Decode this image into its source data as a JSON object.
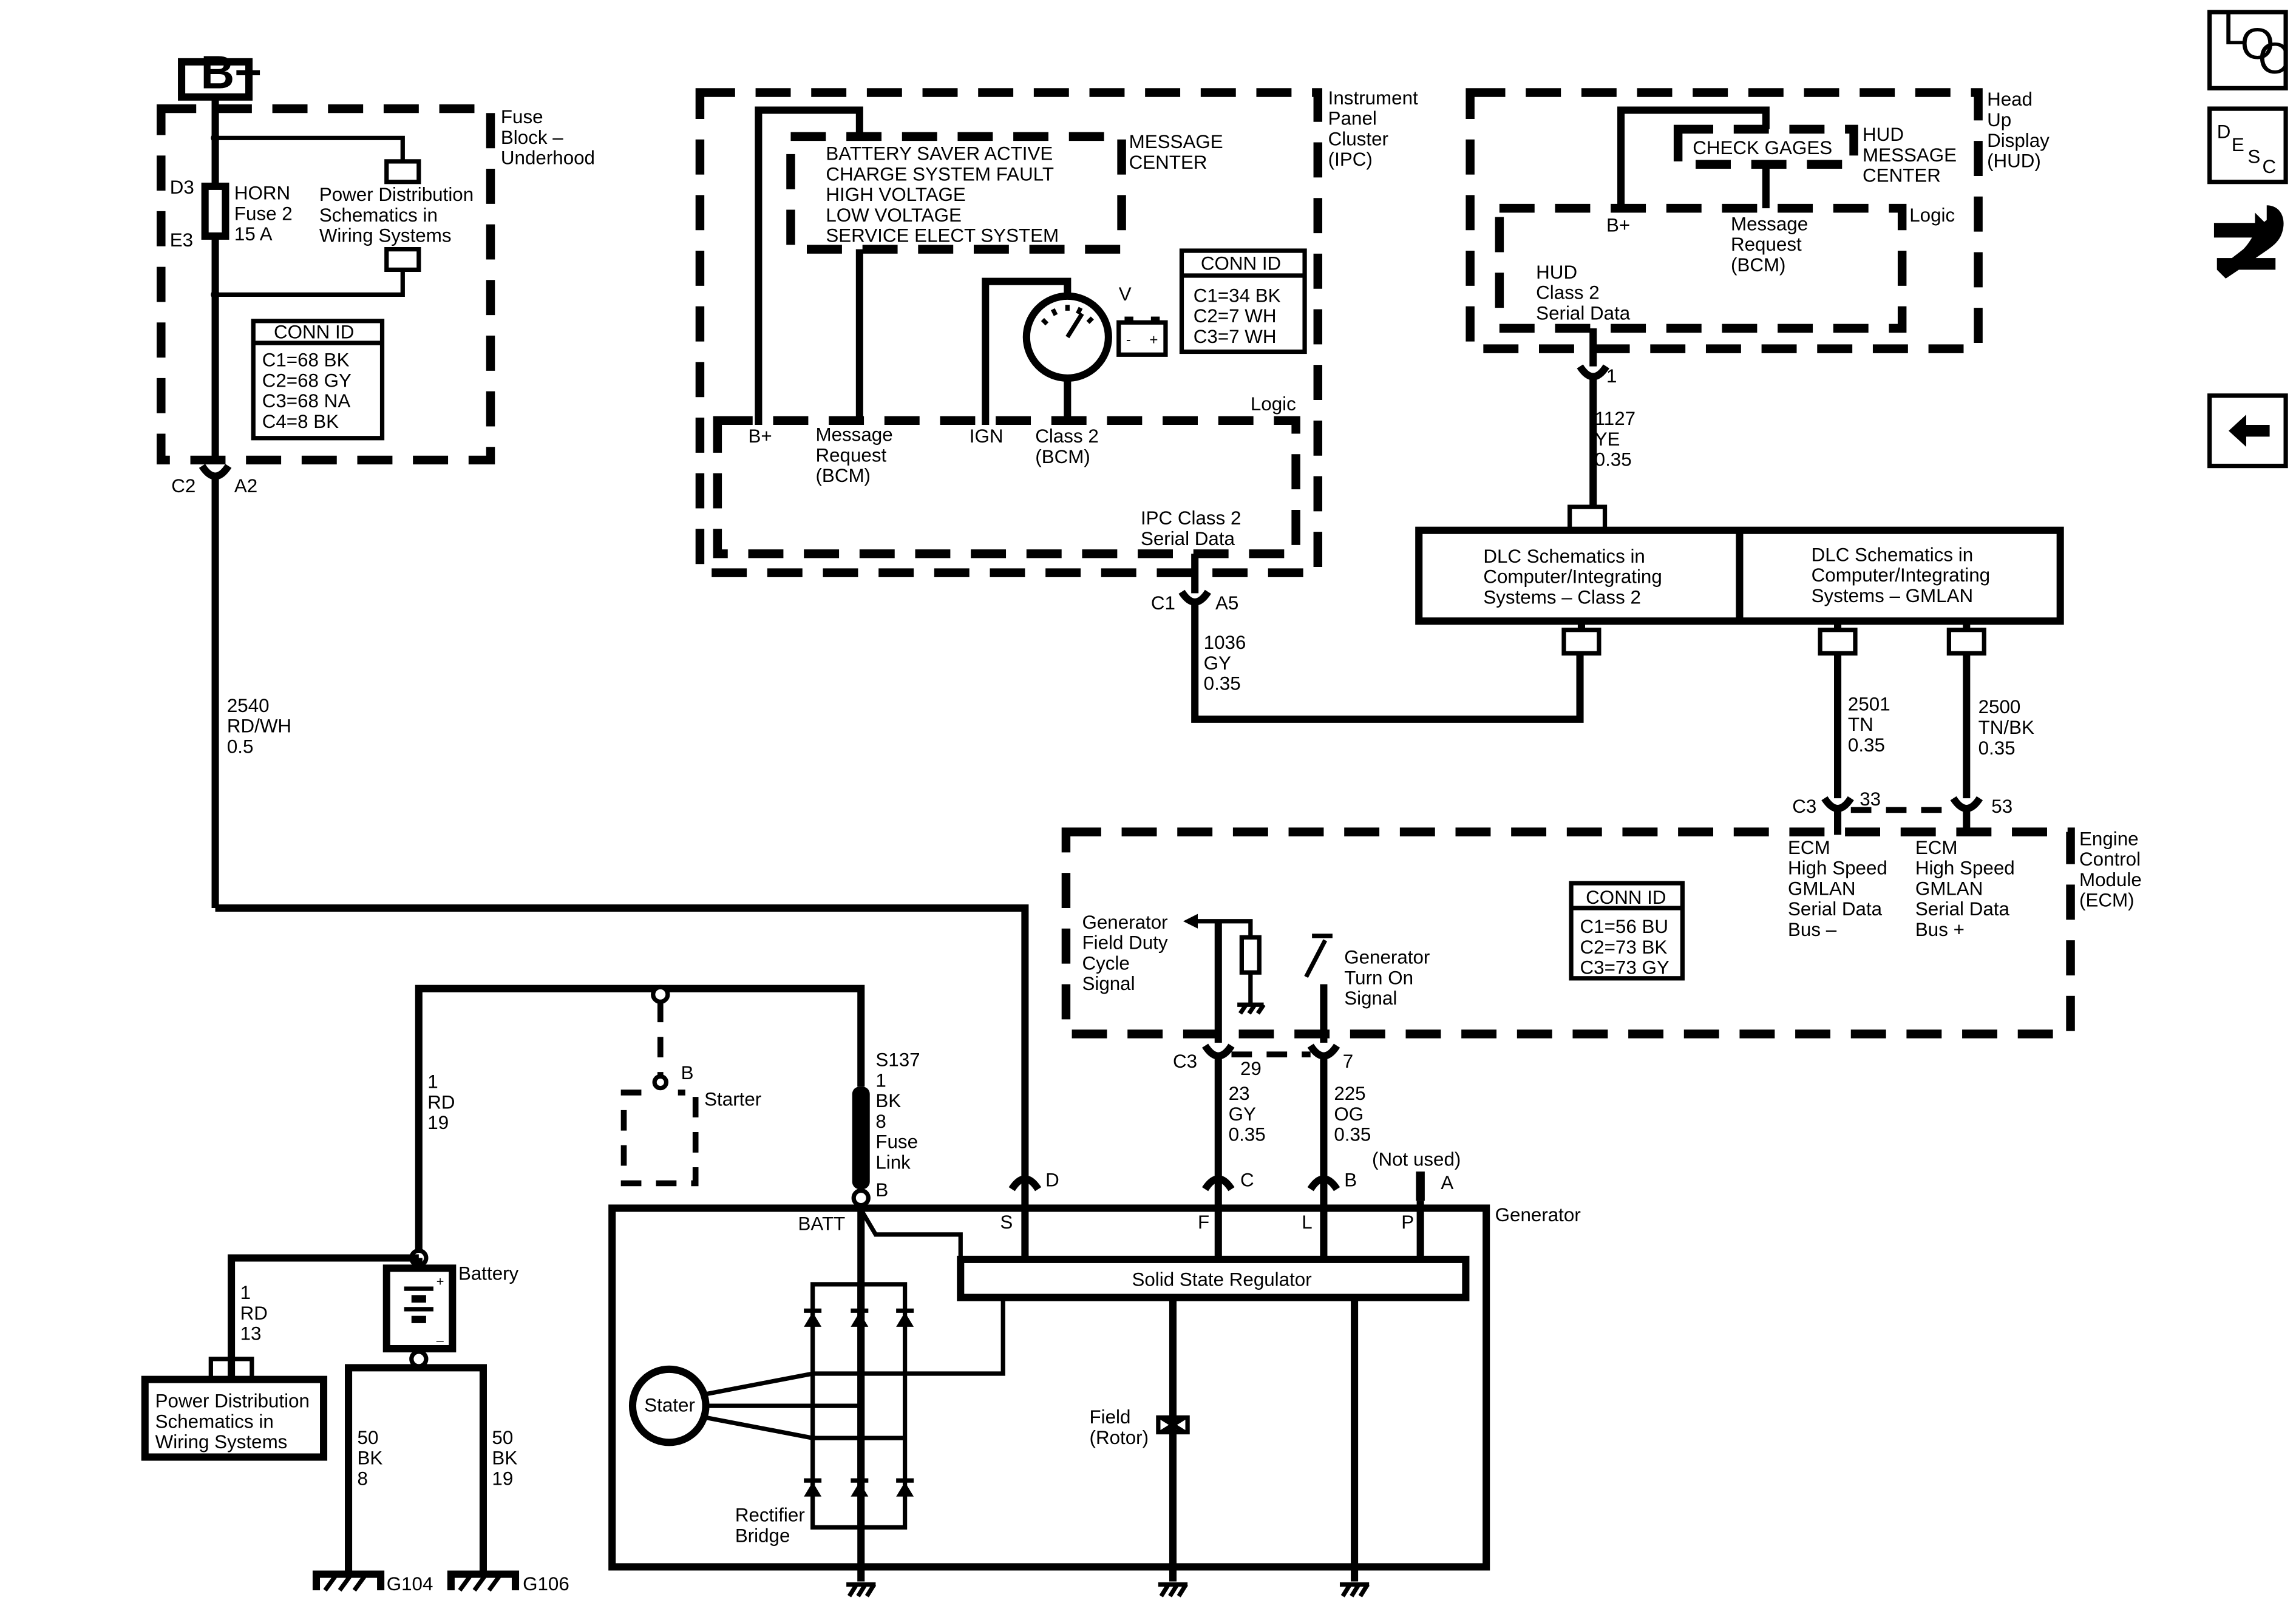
{
  "nav": {
    "loc": [
      "L",
      "O",
      "C"
    ],
    "desc": [
      "D",
      "E",
      "S",
      "C"
    ]
  },
  "fuse_block": {
    "bplus": "B+",
    "title": [
      "Fuse",
      "Block –",
      "Underhood"
    ],
    "pin_top": "D3",
    "pin_bottom": "E3",
    "fuse": [
      "HORN",
      "Fuse 2",
      "15 A"
    ],
    "pds": [
      "Power Distribution",
      "Schematics in",
      "Wiring Systems"
    ],
    "conn_title": "CONN ID",
    "conn": [
      "C1=68 BK",
      "C2=68 GY",
      "C3=68 NA",
      "C4=8 BK"
    ],
    "out_conn": "C2",
    "out_pin": "A2"
  },
  "wire_2540": [
    "2540",
    "RD/WH",
    "0.5"
  ],
  "ipc": {
    "title": [
      "Instrument",
      "Panel",
      "Cluster",
      "(IPC)"
    ],
    "messages": [
      "BATTERY SAVER ACTIVE",
      "CHARGE SYSTEM FAULT",
      "HIGH VOLTAGE",
      "LOW VOLTAGE",
      "SERVICE ELECT SYSTEM"
    ],
    "msg_center": [
      "MESSAGE",
      "CENTER"
    ],
    "volt_label": "V",
    "conn_title": "CONN ID",
    "conn": [
      "C1=34 BK",
      "C2=7 WH",
      "C3=7 WH"
    ],
    "logic": "Logic",
    "bplus": "B+",
    "msg_req": [
      "Message",
      "Request",
      "(BCM)"
    ],
    "ign": "IGN",
    "class2": [
      "Class 2",
      "(BCM)"
    ],
    "serial": [
      "IPC Class 2",
      "Serial Data"
    ],
    "out_conn": "C1",
    "out_pin": "A5"
  },
  "wire_1036": [
    "1036",
    "GY",
    "0.35"
  ],
  "hud": {
    "title": [
      "Head",
      "Up",
      "Display",
      "(HUD)"
    ],
    "check": "CHECK GAGES",
    "msg_center": [
      "HUD",
      "MESSAGE",
      "CENTER"
    ],
    "logic": "Logic",
    "bplus": "B+",
    "msg_req": [
      "Message",
      "Request",
      "(BCM)"
    ],
    "serial": [
      "HUD",
      "Class 2",
      "Serial Data"
    ],
    "pin": "1"
  },
  "wire_1127": [
    "1127",
    "YE",
    "0.35"
  ],
  "dlc": {
    "class2": [
      "DLC Schematics in",
      "Computer/Integrating",
      "Systems – Class 2"
    ],
    "gmlan": [
      "DLC Schematics in",
      "Computer/Integrating",
      "Systems – GMLAN"
    ]
  },
  "wire_2501": [
    "2501",
    "TN",
    "0.35"
  ],
  "wire_2500": [
    "2500",
    "TN/BK",
    "0.35"
  ],
  "ecm": {
    "title": [
      "Engine",
      "Control",
      "Module",
      "(ECM)"
    ],
    "conn_label": "C3",
    "pin33": "33",
    "pin53": "53",
    "bus_minus": [
      "ECM",
      "High Speed",
      "GMLAN",
      "Serial Data",
      "Bus –"
    ],
    "bus_plus": [
      "ECM",
      "High Speed",
      "GMLAN",
      "Serial Data",
      "Bus +"
    ],
    "conn_title": "CONN ID",
    "conn": [
      "C1=56 BU",
      "C2=73 BK",
      "C3=73 GY"
    ],
    "field_duty": [
      "Generator",
      "Field Duty",
      "Cycle",
      "Signal"
    ],
    "turn_on": [
      "Generator",
      "Turn On",
      "Signal"
    ],
    "c3": "C3",
    "pin29": "29",
    "pin7": "7"
  },
  "wire_23": [
    "23",
    "GY",
    "0.35"
  ],
  "wire_225": [
    "225",
    "OG",
    "0.35"
  ],
  "starter": {
    "label": "Starter",
    "pin": "B"
  },
  "s137": [
    "S137",
    "1",
    "BK",
    "8",
    "Fuse",
    "Link"
  ],
  "wire_1rd19": [
    "1",
    "RD",
    "19"
  ],
  "wire_1rd13": [
    "1",
    "RD",
    "13"
  ],
  "battery": {
    "label": "Battery",
    "plus": "+",
    "minus": "–"
  },
  "pds_box": [
    "Power Distribution",
    "Schematics in",
    "Wiring  Systems"
  ],
  "wire_50bk8": [
    "50",
    "BK",
    "8"
  ],
  "wire_50bk19": [
    "50",
    "BK",
    "19"
  ],
  "grounds": [
    "G104",
    "G106"
  ],
  "generator": {
    "title": "Generator",
    "batt": "BATT",
    "b": "B",
    "pin_d": "D",
    "pin_c": "C",
    "pin_b": "B",
    "pin_a": "A",
    "not_used": "(Not used)",
    "s": "S",
    "f": "F",
    "l": "L",
    "p": "P",
    "regulator": "Solid State Regulator",
    "stater": "Stater",
    "field": [
      "Field",
      "(Rotor)"
    ],
    "rectifier": [
      "Rectifier",
      "Bridge"
    ]
  }
}
